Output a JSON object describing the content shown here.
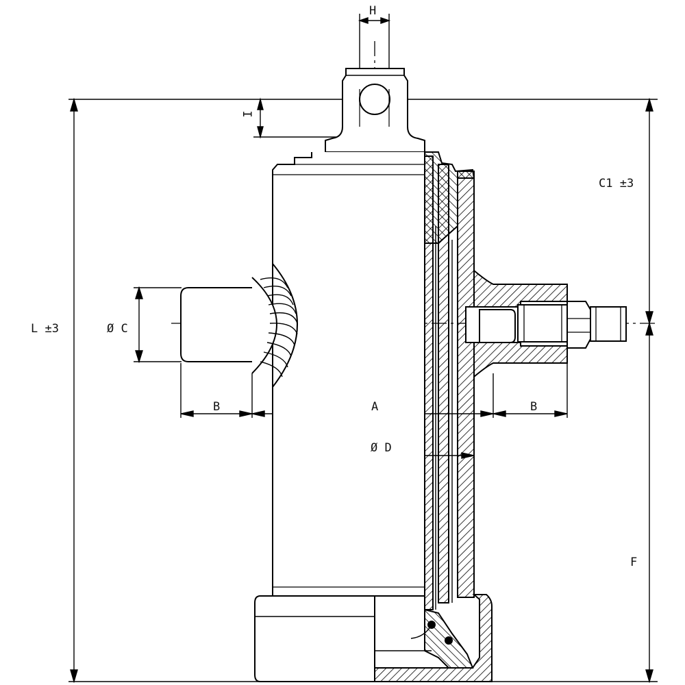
{
  "labels": {
    "H_top": "H",
    "I_side": "I",
    "C1": "C1 ±3",
    "L": "L ±3",
    "C": "Ø C",
    "B_left": "B",
    "A": "A",
    "B_right": "B",
    "D": "Ø D",
    "F": "F"
  }
}
